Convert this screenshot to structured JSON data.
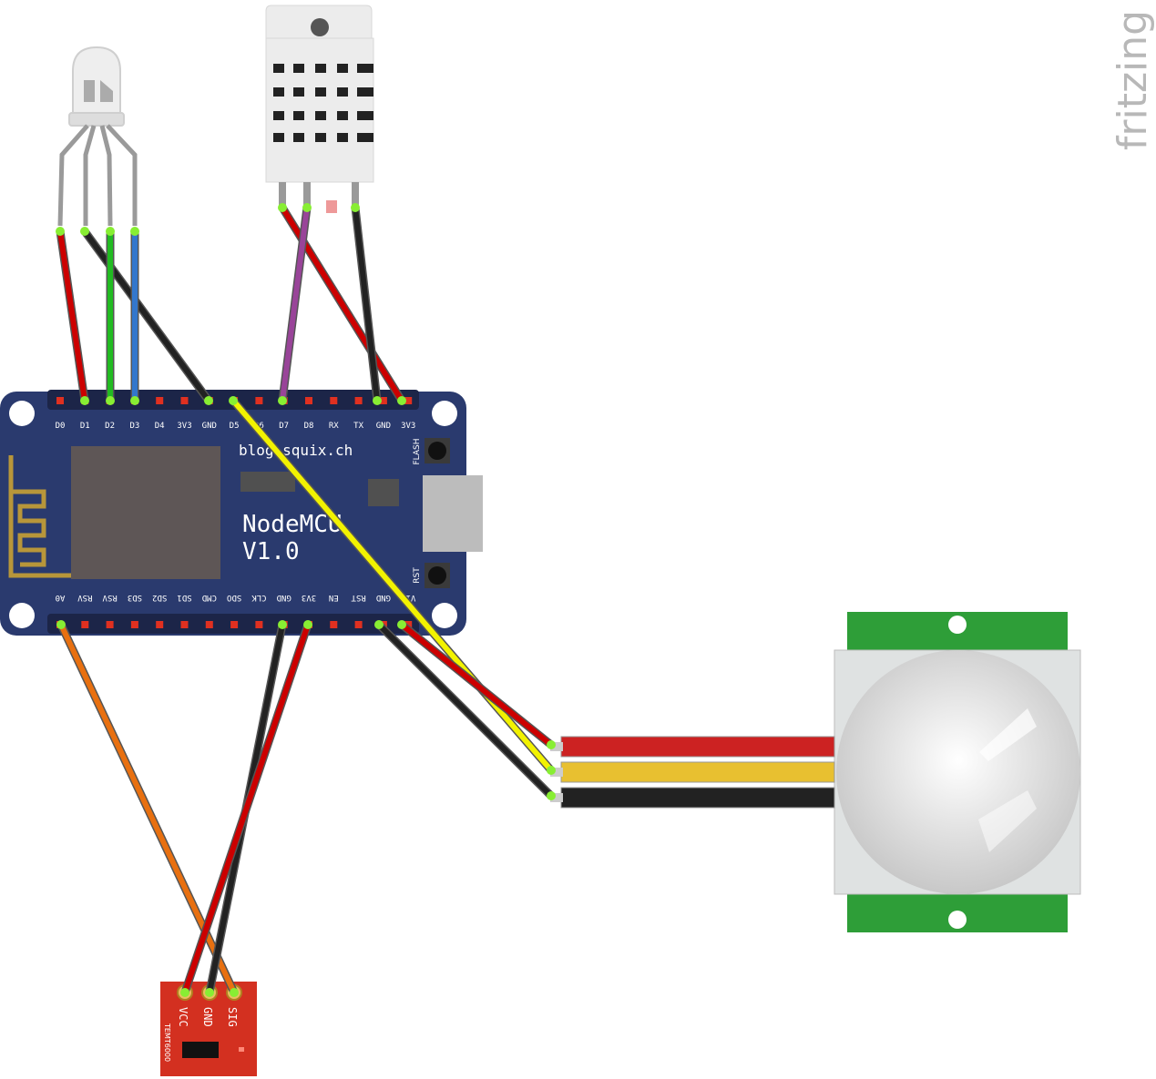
{
  "watermark": "fritzing",
  "nodemcu": {
    "url_label": "blog.squix.ch",
    "title_line1": "NodeMCU",
    "title_line2": "V1.0",
    "flash_label": "FLASH",
    "rst_label": "RST",
    "top_pins": [
      "D0",
      "D1",
      "D2",
      "D3",
      "D4",
      "3V3",
      "GND",
      "D5",
      "D6",
      "D7",
      "D8",
      "RX",
      "TX",
      "GND",
      "3V3"
    ],
    "bottom_pins": [
      "A0",
      "RSV",
      "RSV",
      "SD3",
      "SD2",
      "SD1",
      "CMD",
      "SDO",
      "CLK",
      "GND",
      "3V3",
      "EN",
      "RST",
      "GND",
      "Vin"
    ]
  },
  "temt6000": {
    "pins": [
      "VCC",
      "GND",
      "SIG"
    ],
    "name": "TEMT6000"
  },
  "wire_colors": {
    "red": "#cc0000",
    "black": "#222222",
    "green": "#22bb22",
    "blue": "#3377cc",
    "purple": "#994499",
    "yellow": "#f2f200",
    "orange": "#e87010"
  }
}
